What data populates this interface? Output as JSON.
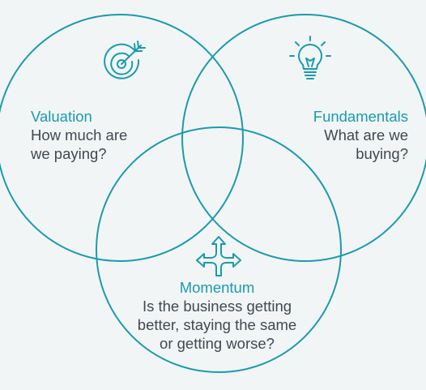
{
  "diagram": {
    "accent_color": "#1a9bad",
    "text_color": "#3f4a50",
    "circles": [
      {
        "id": "valuation",
        "icon": "target-icon",
        "title": "Valuation",
        "lines": [
          "How much are",
          "we paying?"
        ]
      },
      {
        "id": "fundamentals",
        "icon": "lightbulb-icon",
        "title": "Fundamentals",
        "lines": [
          "What are we",
          "buying?"
        ]
      },
      {
        "id": "momentum",
        "icon": "arrows-split-icon",
        "title": "Momentum",
        "lines": [
          "Is the business getting",
          "better, staying the same",
          "or getting worse?"
        ]
      }
    ]
  }
}
